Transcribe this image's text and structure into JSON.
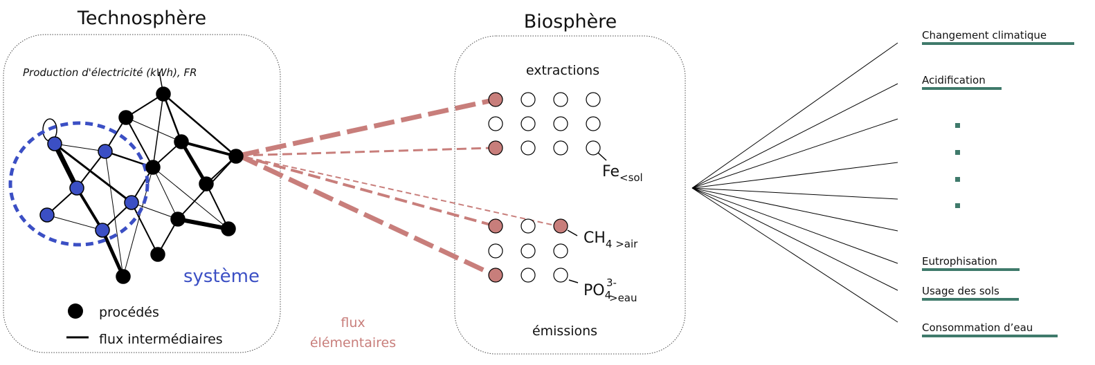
{
  "technosphere": {
    "title": "Technosphère",
    "process_label": "Production d'électricité (kWh), FR",
    "system_label": "système",
    "legend": {
      "processes": "procédés",
      "intermediate_flows": "flux intermédiaires"
    }
  },
  "biosphere": {
    "title": "Biosphère",
    "extractions": "extractions",
    "emissions": "émissions",
    "fe": {
      "main": "Fe",
      "sub": "<sol"
    },
    "ch4": {
      "main": "CH",
      "sub": "4 >air"
    },
    "po4": {
      "main": "PO",
      "sub": "4",
      "sup": "3-",
      "sub2": ">eau"
    }
  },
  "elementary_flows": {
    "line1": "flux",
    "line2": "élémentaires"
  },
  "impact_categories": {
    "items": [
      "Changement climatique",
      "Acidification",
      "Eutrophisation",
      "Usage des sols",
      "Consommation d’eau"
    ]
  },
  "colors": {
    "system": "#3b4fc4",
    "flow": "#c87e7b",
    "category": "#3f7a6b",
    "node": "#000000"
  }
}
